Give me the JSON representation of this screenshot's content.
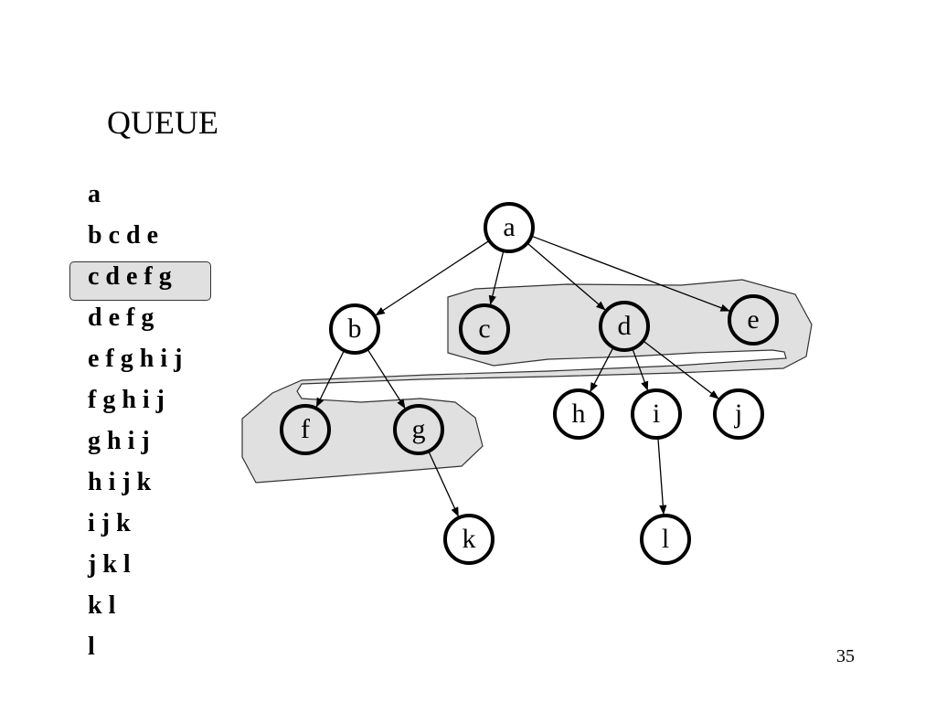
{
  "title": "QUEUE",
  "queue_rows": [
    "a",
    "b c d e",
    "c d e f g",
    "d e f g",
    "e f g h i j",
    "f g h i j",
    "g h i j",
    "h i j k",
    "i j k",
    "j k l",
    "k l",
    "l"
  ],
  "highlighted_row": 2,
  "tree": {
    "nodes": [
      {
        "id": "a",
        "label": "a"
      },
      {
        "id": "b",
        "label": "b"
      },
      {
        "id": "c",
        "label": "c"
      },
      {
        "id": "d",
        "label": "d"
      },
      {
        "id": "e",
        "label": "e"
      },
      {
        "id": "f",
        "label": "f"
      },
      {
        "id": "g",
        "label": "g"
      },
      {
        "id": "h",
        "label": "h"
      },
      {
        "id": "i",
        "label": "i"
      },
      {
        "id": "j",
        "label": "j"
      },
      {
        "id": "k",
        "label": "k"
      },
      {
        "id": "l",
        "label": "l"
      }
    ],
    "edges": [
      [
        "a",
        "b"
      ],
      [
        "a",
        "c"
      ],
      [
        "a",
        "d"
      ],
      [
        "a",
        "e"
      ],
      [
        "b",
        "f"
      ],
      [
        "b",
        "g"
      ],
      [
        "d",
        "h"
      ],
      [
        "d",
        "i"
      ],
      [
        "d",
        "j"
      ],
      [
        "g",
        "k"
      ],
      [
        "i",
        "l"
      ]
    ],
    "queued_nodes": [
      "c",
      "d",
      "e",
      "f",
      "g"
    ]
  },
  "page_number": "35",
  "colors": {
    "highlight": "#e0e0e0",
    "stroke": "#000000"
  }
}
